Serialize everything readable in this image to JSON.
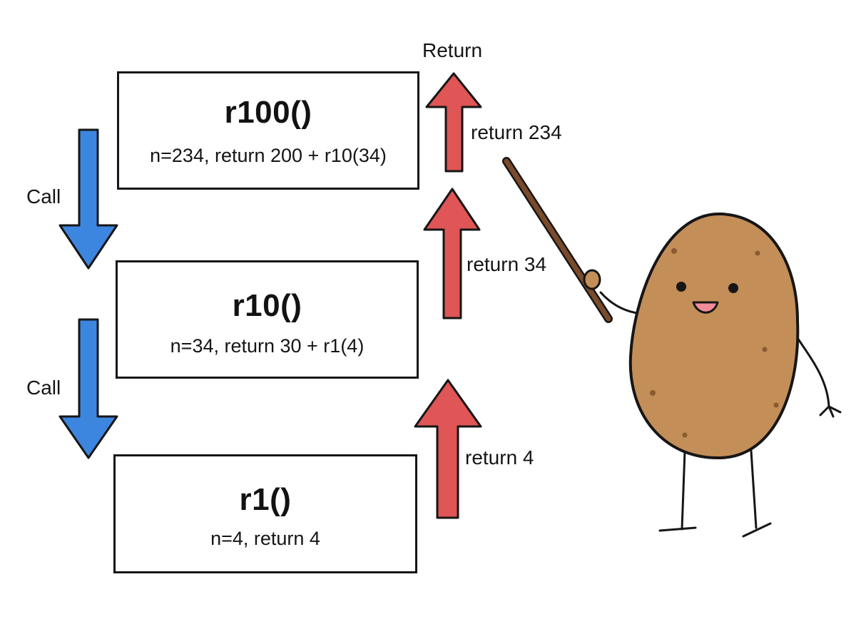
{
  "frames": [
    {
      "title": "r100()",
      "description": "n=234, return 200 + r10(34)"
    },
    {
      "title": "r10()",
      "description": "n=34, return 30 + r1(4)"
    },
    {
      "title": "r1()",
      "description": "n=4, return 4"
    }
  ],
  "call_labels": [
    "Call",
    "Call"
  ],
  "return_header": "Return",
  "return_labels": [
    "return 234",
    "return 34",
    "return 4"
  ],
  "colors": {
    "call_arrow": "#3d86e0",
    "return_arrow": "#e05555",
    "potato_body": "#c48e58",
    "pointer_stick": "#7a4b2a",
    "outline": "#161616"
  },
  "icons": {
    "call_arrow": "arrow-down-icon",
    "return_arrow": "arrow-up-icon",
    "mascot": "potato-mascot-icon",
    "pointer": "pointer-stick-icon"
  }
}
